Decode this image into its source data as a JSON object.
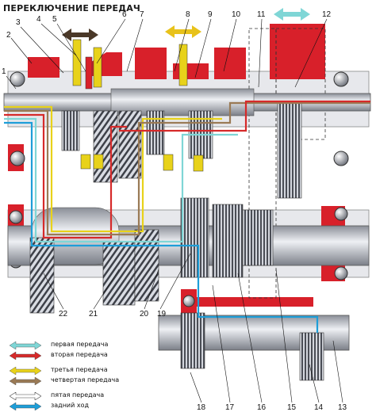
{
  "title": "ПЕРЕКЛЮЧЕНИЕ ПЕРЕДАЧ",
  "colors": {
    "first": "#7fd6d6",
    "second": "#d62a2a",
    "third": "#e8d21a",
    "fourth": "#9a7a55",
    "fifth": "#ffffff",
    "reverse": "#1e9ed8",
    "housing_red": "#d8202a",
    "metal": "#c9ccd3"
  },
  "callouts": [
    "1",
    "2",
    "3",
    "4",
    "5",
    "6",
    "7",
    "8",
    "9",
    "10",
    "11",
    "12",
    "13",
    "14",
    "15",
    "16",
    "17",
    "18",
    "19",
    "20",
    "21",
    "22"
  ],
  "legend": [
    {
      "key": "first",
      "label": "первая передача"
    },
    {
      "key": "second",
      "label": "вторая передача"
    },
    {
      "key": "third",
      "label": "третья передача"
    },
    {
      "key": "fourth",
      "label": "четвертая передача"
    },
    {
      "key": "fifth",
      "label": "пятая передача"
    },
    {
      "key": "reverse",
      "label": "задний ход"
    }
  ]
}
